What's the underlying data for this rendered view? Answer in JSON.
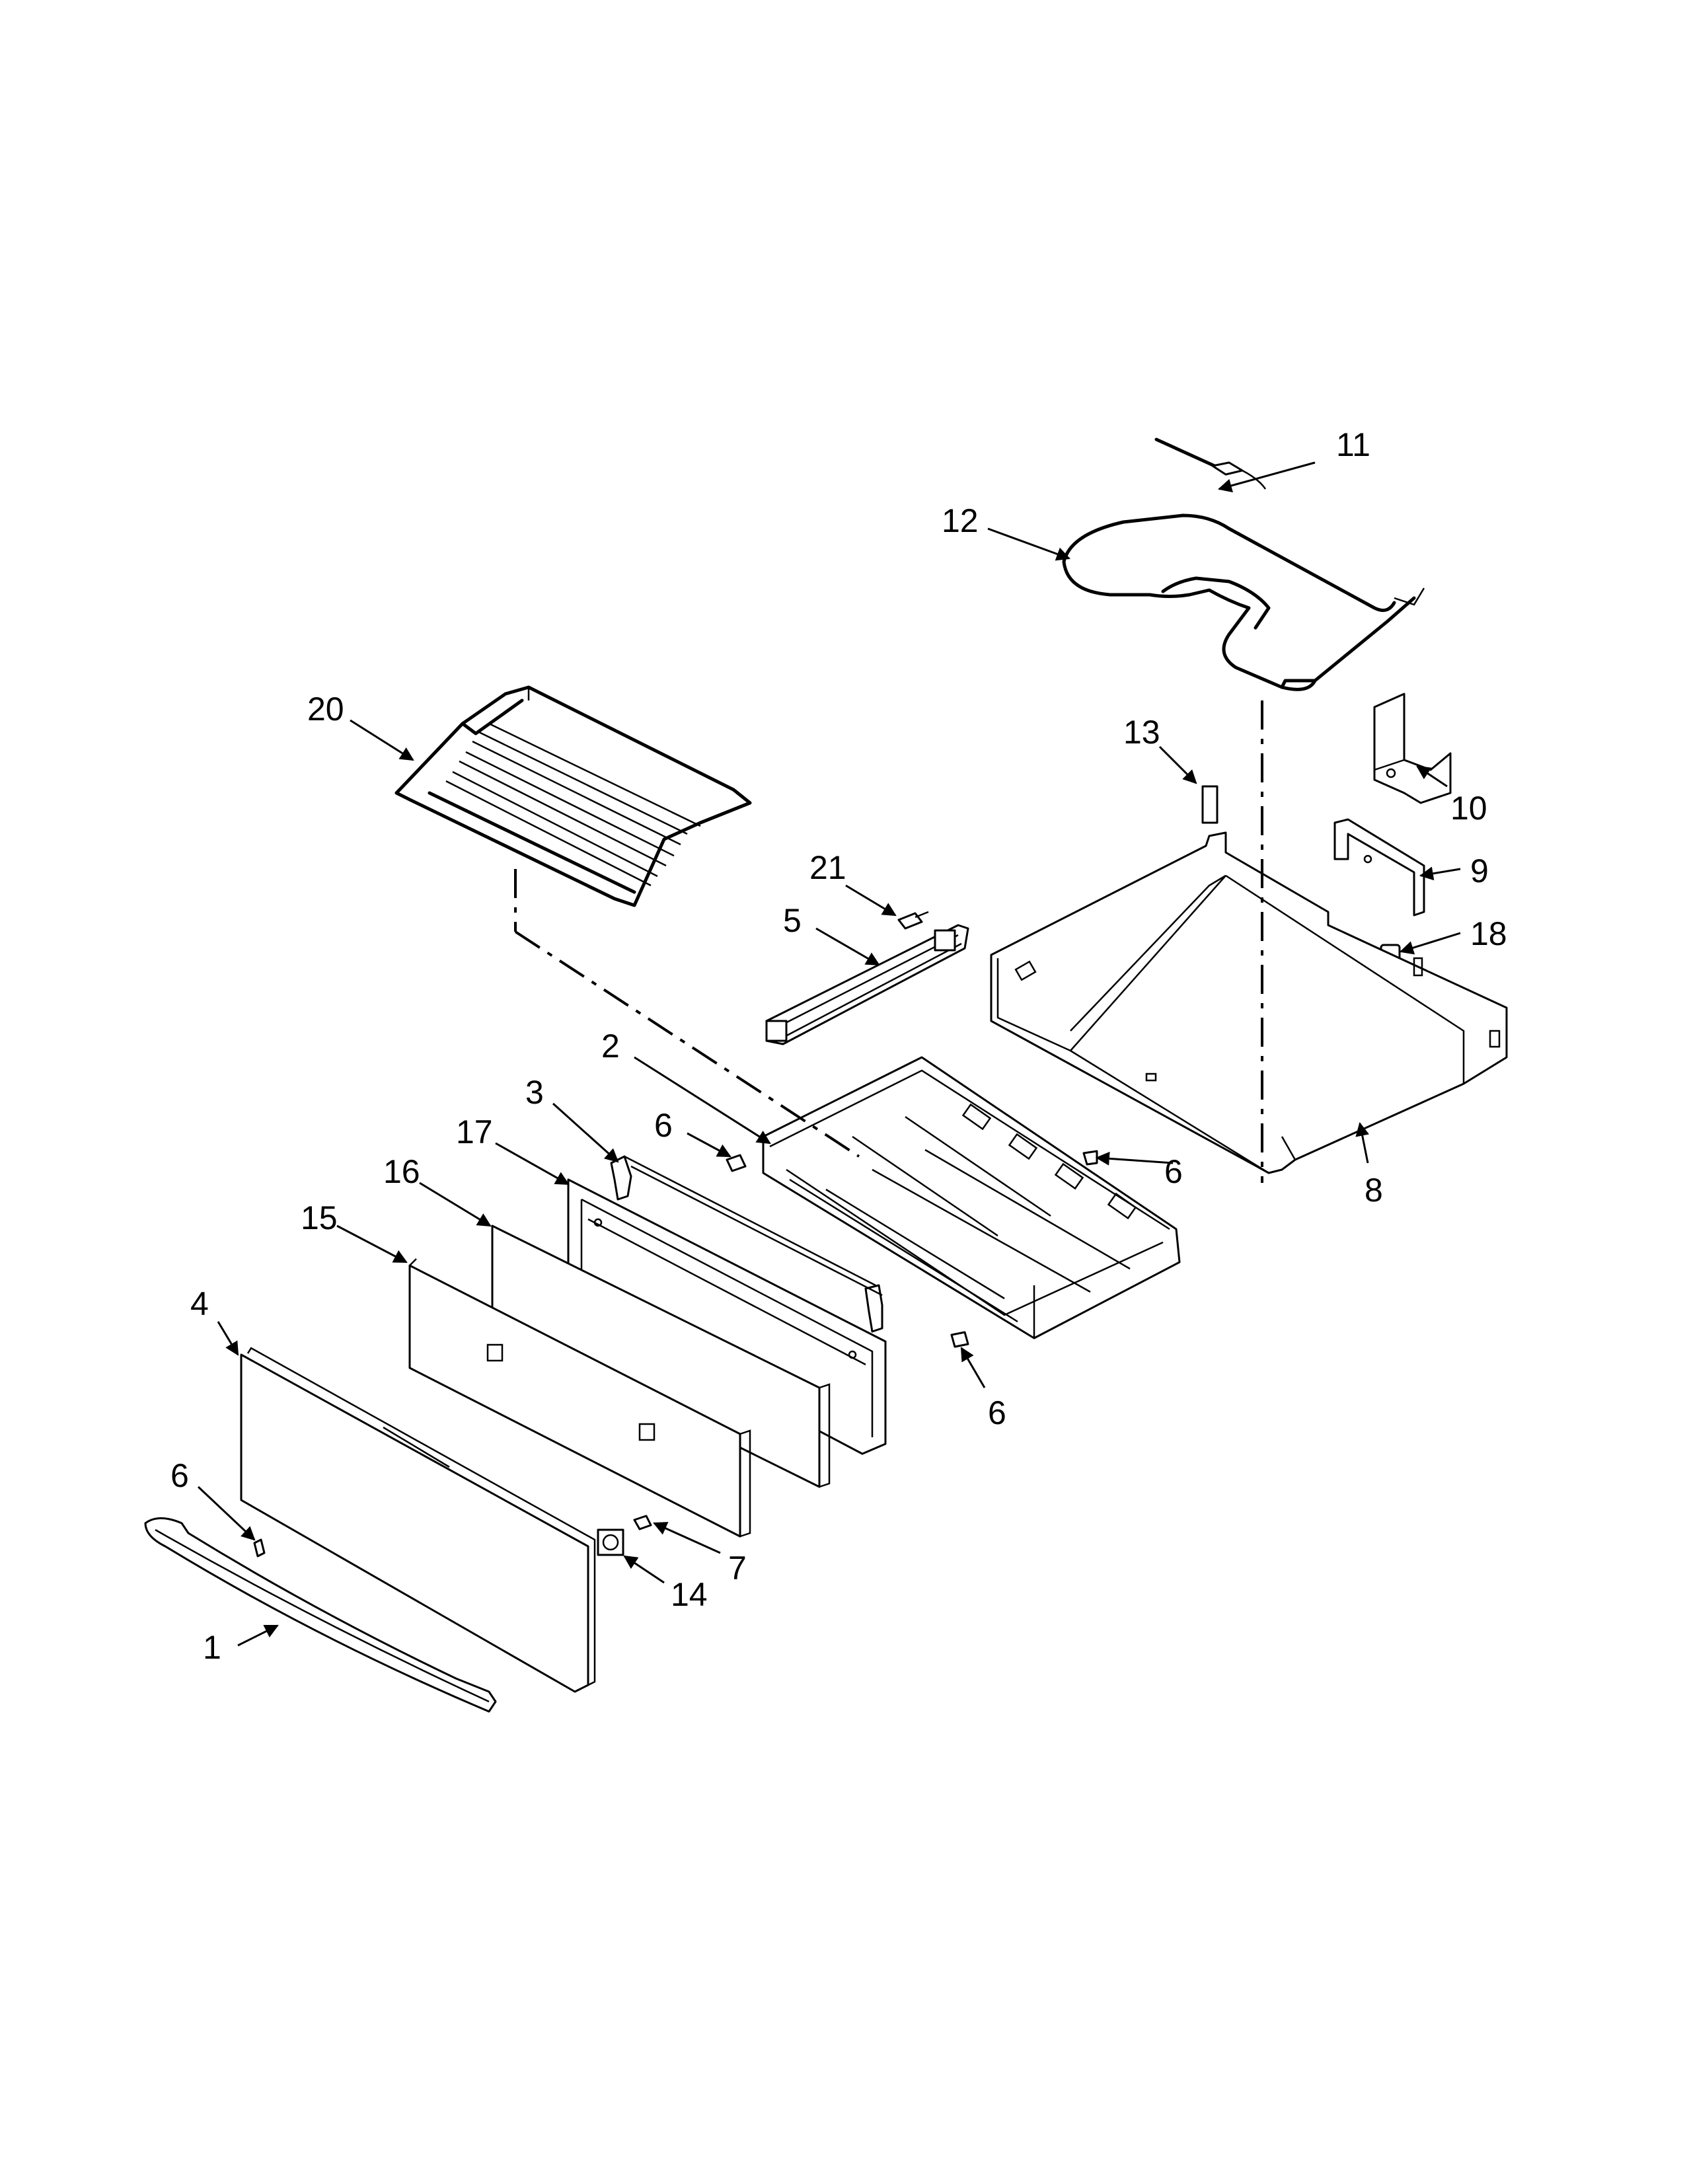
{
  "diagram": {
    "callouts": [
      "1",
      "2",
      "3",
      "4",
      "5",
      "6",
      "7",
      "8",
      "9",
      "10",
      "11",
      "12",
      "13",
      "14",
      "15",
      "16",
      "17",
      "18",
      "20",
      "21"
    ]
  }
}
